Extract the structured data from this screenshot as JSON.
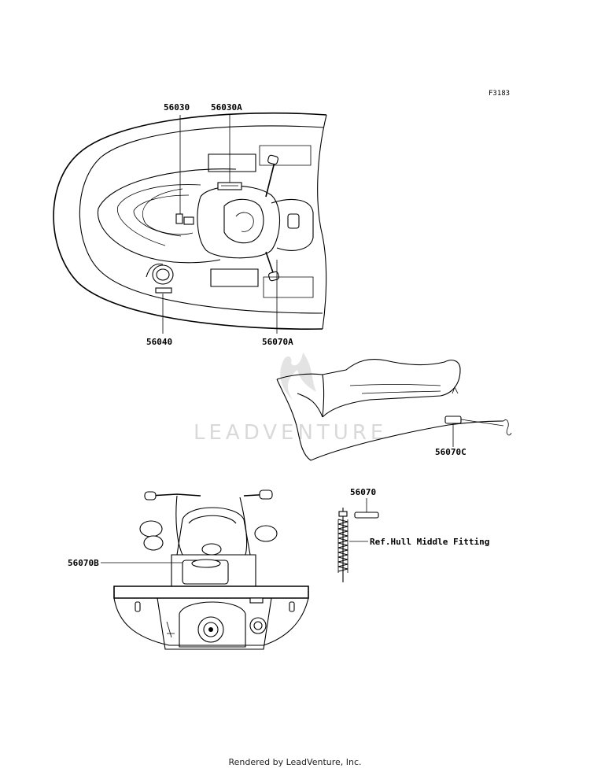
{
  "figure_code": "F3183",
  "callouts": {
    "top_left_label": "56030",
    "top_mid_label": "56030A",
    "bottom_left_label": "56040",
    "bottom_right_label": "56070A",
    "seat_label": "56070C",
    "rear_label": "56070B",
    "fitting_label": "56070",
    "fitting_ref": "Ref.Hull Middle Fitting"
  },
  "watermark": "LEADVENTURE",
  "footer": "Rendered by LeadVenture, Inc."
}
